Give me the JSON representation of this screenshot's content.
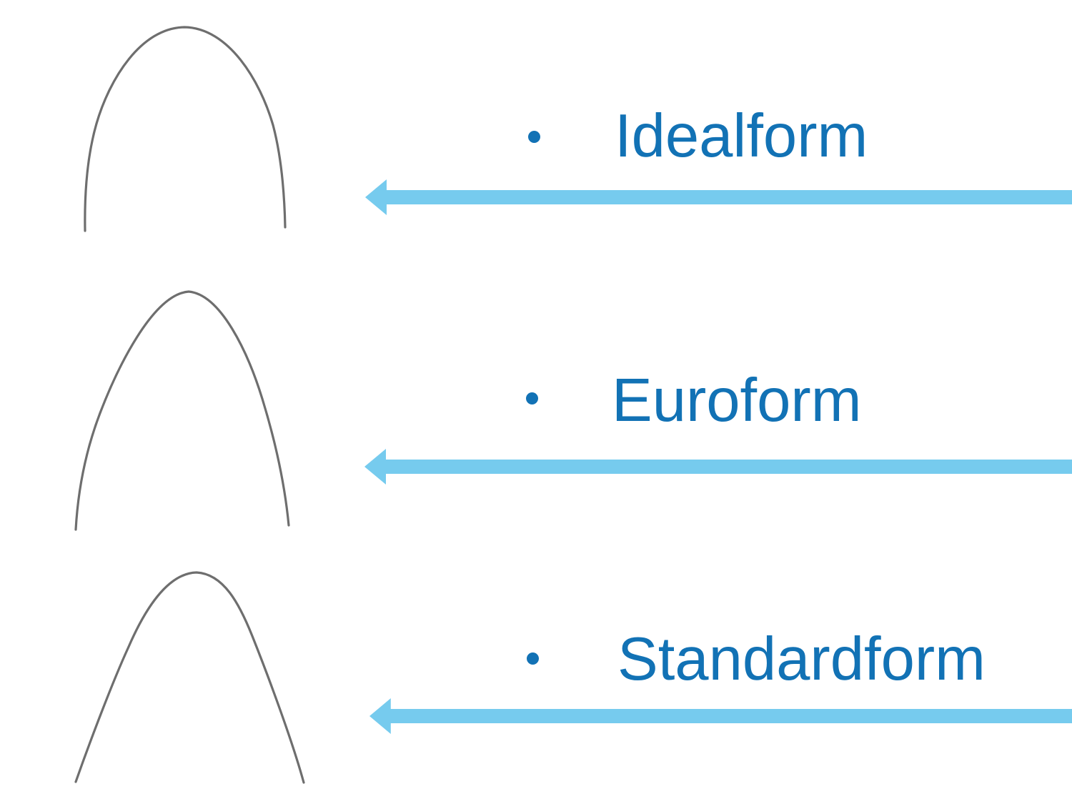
{
  "slide": {
    "background_color": "#ffffff",
    "label_text_color": "#1272b5",
    "bullet_color": "#1272b5",
    "arrow_color": "#76cbee",
    "wire_color": "#6e6e6e",
    "items": [
      {
        "label": "Idealform",
        "bullet_icon": "bullet-dot-icon",
        "shape_icon": "idealform-archwire-icon",
        "arrow_icon": "left-arrow-icon"
      },
      {
        "label": "Euroform",
        "bullet_icon": "bullet-dot-icon",
        "shape_icon": "euroform-archwire-icon",
        "arrow_icon": "left-arrow-icon"
      },
      {
        "label": "Standardform",
        "bullet_icon": "bullet-dot-icon",
        "shape_icon": "standardform-archwire-icon",
        "arrow_icon": "left-arrow-icon"
      }
    ]
  }
}
